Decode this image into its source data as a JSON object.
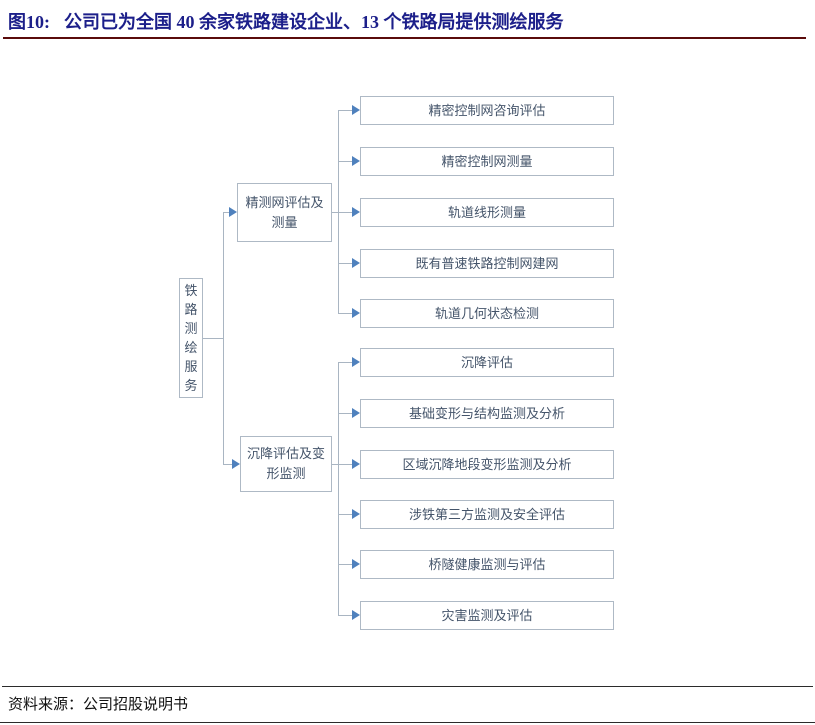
{
  "title": {
    "tag": "图10:",
    "text": "公司已为全国 40 余家铁路建设企业、13 个铁路局提供测绘服务"
  },
  "diagram": {
    "root": {
      "label": "铁路测绘服务"
    },
    "branches": [
      {
        "label": "精测网评估及测量",
        "children": [
          "精密控制网咨询评估",
          "精密控制网测量",
          "轨道线形测量",
          "既有普速铁路控制网建网",
          "轨道几何状态检测"
        ]
      },
      {
        "label": "沉降评估及变形监测",
        "children": [
          "沉降评估",
          "基础变形与结构监测及分析",
          "区域沉降地段变形监测及分析",
          "涉铁第三方监测及安全评估",
          "桥隧健康监测与评估",
          "灾害监测及评估"
        ]
      }
    ]
  },
  "footer": {
    "source": "资料来源：公司招股说明书"
  },
  "colors": {
    "title_color": "#1c1f8a",
    "rule_color": "#5a0b0b",
    "border_color": "#aeb9c5",
    "connector_color": "#a9b5c2",
    "arrow_color": "#4f81bd",
    "box_text_color": "#44546a",
    "footer_color": "#111111"
  }
}
